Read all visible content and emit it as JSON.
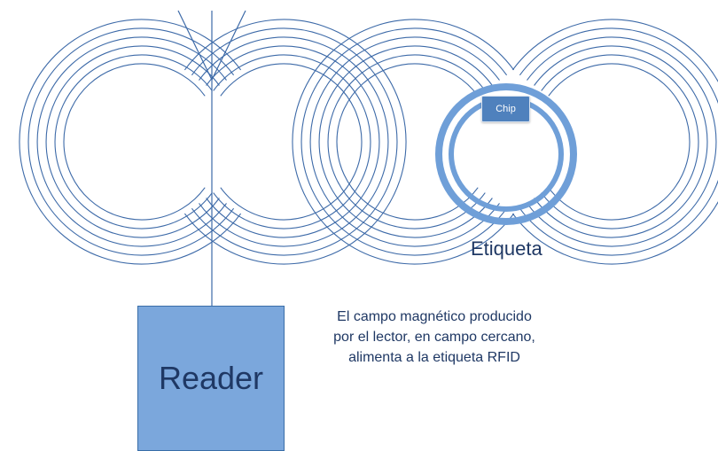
{
  "diagram": {
    "reader_label": "Reader",
    "chip_label": "Chip",
    "tag_label": "Etiqueta",
    "caption_lines": [
      "El campo magnético producido",
      "por el lector, en campo cercano,",
      "alimenta a la etiqueta RFID"
    ]
  },
  "colors": {
    "field_lines": "#3d6aa8",
    "reader_fill": "#7ba7dc",
    "reader_border": "#3a6ea8",
    "tag_ring": "#6f9fd8",
    "chip_fill": "#4f81bd",
    "text": "#1f3864"
  }
}
